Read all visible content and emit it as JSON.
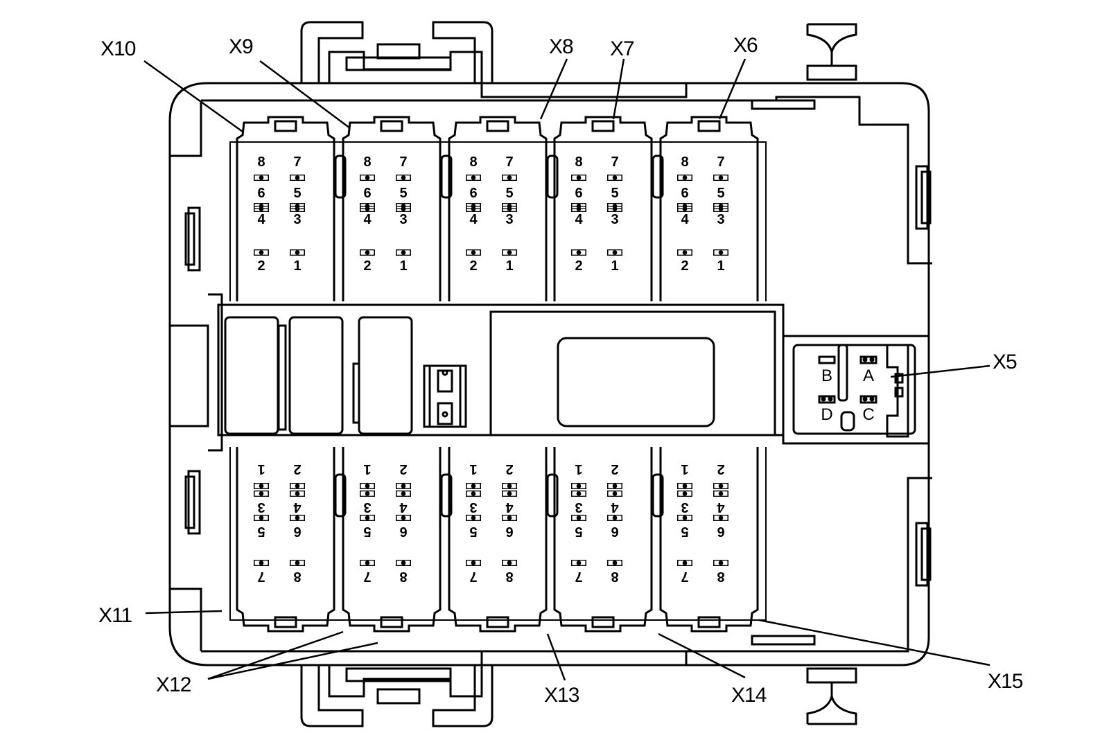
{
  "diagram": {
    "connector_labels": [
      "X10",
      "X9",
      "X8",
      "X7",
      "X6",
      "X5",
      "X11",
      "X12",
      "X13",
      "X14",
      "X15"
    ],
    "top_row_connectors": {
      "names": [
        "X10",
        "X9",
        "X8",
        "X7",
        "X6"
      ],
      "pin_rows": [
        [
          "8",
          "7"
        ],
        [
          "6",
          "5"
        ],
        [
          "4",
          "3"
        ],
        [
          "2",
          "1"
        ]
      ]
    },
    "bottom_row_connectors": {
      "names": [
        "X11",
        "X12",
        "X13",
        "X14",
        "X15"
      ],
      "pin_rows": [
        [
          "1",
          "2"
        ],
        [
          "3",
          "4"
        ],
        [
          "5",
          "6"
        ],
        [
          "7",
          "8"
        ]
      ]
    },
    "x5_connector": {
      "pins": [
        "B",
        "A",
        "D",
        "C"
      ]
    }
  }
}
